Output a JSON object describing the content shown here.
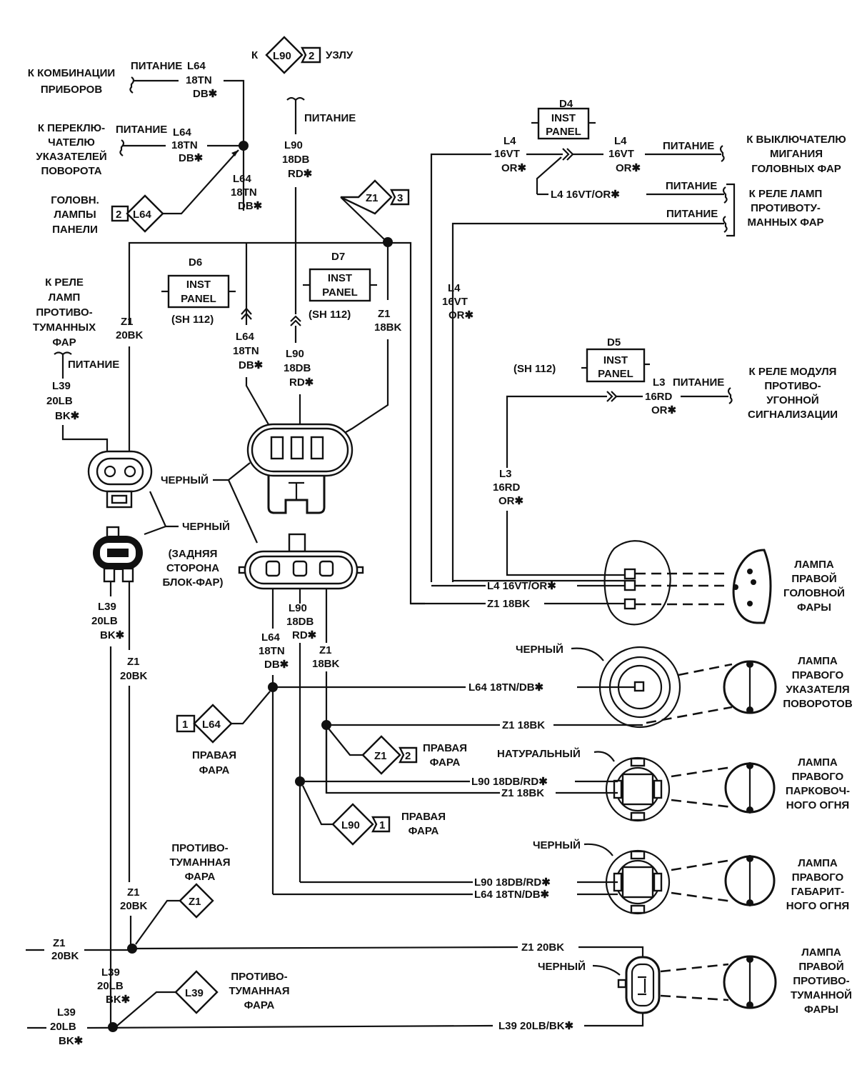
{
  "title_ref": {
    "prefix": "К",
    "node": "L90",
    "num": "2",
    "suffix": "УЗЛУ"
  },
  "left_top": {
    "instr_cluster": [
      "К КОМБИНАЦИИ",
      "ПРИБОРОВ"
    ],
    "power": "ПИТАНИЕ",
    "wire_l64": [
      "L64",
      "18TN",
      "DB✱"
    ],
    "turn_switch": [
      "К ПЕРЕКЛЮ-",
      "ЧАТЕЛЮ",
      "УКАЗАТЕЛЕЙ",
      "ПОВОРОТА"
    ],
    "panel_lamps": [
      "ГОЛОВН.",
      "ЛАМПЫ",
      "ПАНЕЛИ"
    ],
    "splice_l64_2": {
      "node": "L64",
      "num": "2"
    }
  },
  "center_top": {
    "power": "ПИТАНИЕ",
    "wire_l90": [
      "L90",
      "18DB",
      "RD✱"
    ],
    "splice_z1_3": {
      "node": "Z1",
      "num": "3"
    }
  },
  "connectors": {
    "d4": {
      "id": "D4",
      "line1": "INST",
      "line2": "PANEL"
    },
    "d5": {
      "id": "D5",
      "line1": "INST",
      "line2": "PANEL",
      "sheet": "(SH 112)"
    },
    "d6": {
      "id": "D6",
      "line1": "INST",
      "line2": "PANEL",
      "sheet": "(SH 112)"
    },
    "d7": {
      "id": "D7",
      "line1": "INST",
      "line2": "PANEL",
      "sheet": "(SH 112)"
    }
  },
  "right_top": {
    "wire_l4": [
      "L4",
      "16VT",
      "OR✱"
    ],
    "power": "ПИТАНИЕ",
    "flash_switch": [
      "К ВЫКЛЮЧАТЕЛЮ",
      "МИГАНИЯ",
      "ГОЛОВНЫХ ФАР"
    ],
    "wire_l4_inline": "L4 16VT/OR✱",
    "fog_relay": [
      "К РЕЛЕ ЛАМП",
      "ПРОТИВОТУ-",
      "МАННЫХ ФАР"
    ],
    "wire_l3": [
      "L3",
      "16RD",
      "OR✱"
    ],
    "wire_l3_top": [
      "16RD",
      "OR✱"
    ],
    "wire_l3_name": "L3",
    "antitheft": [
      "К РЕЛЕ МОДУЛЯ",
      "ПРОТИВО-",
      "УГОННОЙ",
      "СИГНАЛИЗАЦИИ"
    ]
  },
  "left_mid": {
    "fog_relay": [
      "К РЕЛЕ",
      "ЛАМП",
      "ПРОТИВО-",
      "ТУМАННЫХ",
      "ФАР"
    ],
    "power": "ПИТАНИЕ",
    "wire_l39": [
      "L39",
      "20LB",
      "BK✱"
    ],
    "wire_z1_20": [
      "Z1",
      "20BK"
    ],
    "wire_z1_18": [
      "Z1",
      "18BK"
    ],
    "black": "ЧЕРНЫЙ",
    "rear_side": [
      "(ЗАДНЯЯ",
      "СТОРОНА",
      "БЛОК-ФАР)"
    ]
  },
  "splices": {
    "l64_1": {
      "node": "L64",
      "num": "1",
      "label": [
        "ПРАВАЯ",
        "ФАРА"
      ]
    },
    "z1_2": {
      "node": "Z1",
      "num": "2",
      "label": [
        "ПРАВАЯ",
        "ФАРА"
      ]
    },
    "l90_1": {
      "node": "L90",
      "num": "1",
      "label": [
        "ПРАВАЯ",
        "ФАРА"
      ]
    },
    "z1_fog": {
      "node": "Z1",
      "label": [
        "ПРОТИВО-",
        "ТУМАННАЯ",
        "ФАРА"
      ]
    },
    "l39_fog": {
      "node": "L39",
      "label": [
        "ПРОТИВО-",
        "ТУМАННАЯ",
        "ФАРА"
      ]
    }
  },
  "bottom_left": {
    "wire_z1": [
      "Z1",
      "20BK"
    ],
    "wire_l39": [
      "L39",
      "20LB",
      "BK✱"
    ]
  },
  "lamps": {
    "headlamp": {
      "wire_l4": "L4 16VT/OR✱",
      "wire_z1": "Z1 18BK",
      "label": [
        "ЛАМПА",
        "ПРАВОЙ",
        "ГОЛОВНОЙ",
        "ФАРЫ"
      ]
    },
    "turn": {
      "color": "ЧЕРНЫЙ",
      "wire_l64": "L64 18TN/DB✱",
      "wire_z1": "Z1 18BK",
      "label": [
        "ЛАМПА",
        "ПРАВОГО",
        "УКАЗАТЕЛЯ",
        "ПОВОРОТОВ"
      ]
    },
    "park": {
      "color": "НАТУРАЛЬНЫЙ",
      "wire_l90": "L90 18DB/RD✱",
      "wire_z1": "Z1 18BK",
      "label": [
        "ЛАМПА",
        "ПРАВОГО",
        "ПАРКОВОЧ-",
        "НОГО ОГНЯ"
      ]
    },
    "marker": {
      "color": "ЧЕРНЫЙ",
      "wire_l90": "L90 18DB/RD✱",
      "wire_l64": "L64 18TN/DB✱",
      "label": [
        "ЛАМПА",
        "ПРАВОГО",
        "ГАБАРИТ-",
        "НОГО ОГНЯ"
      ]
    },
    "fog": {
      "color": "ЧЕРНЫЙ",
      "wire_z1": "Z1 20BK",
      "wire_l39": "L39 20LB/BK✱",
      "label": [
        "ЛАМПА",
        "ПРАВОЙ",
        "ПРОТИВО-",
        "ТУМАННОЙ",
        "ФАРЫ"
      ]
    }
  }
}
